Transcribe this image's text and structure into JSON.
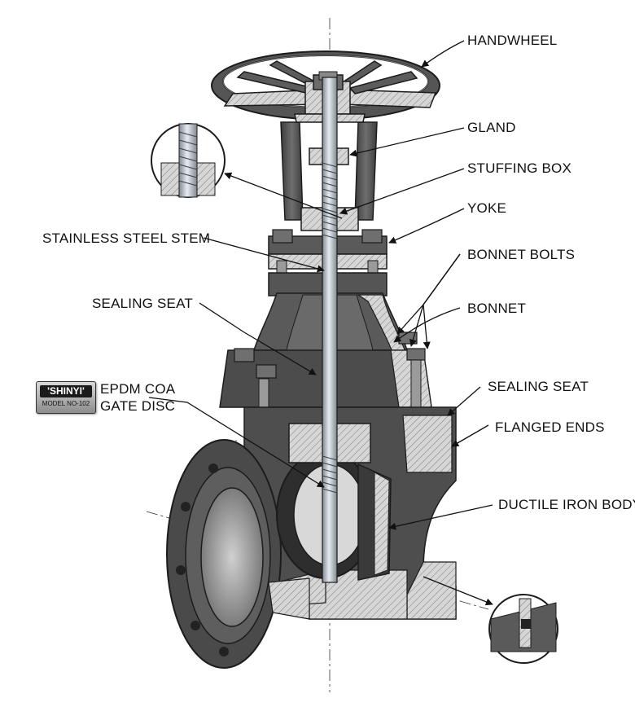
{
  "labels": {
    "handwheel": "HANDWHEEL",
    "gland": "GLAND",
    "stuffing_box": "STUFFING BOX",
    "yoke": "YOKE",
    "stainless_steel_stem": "STAINLESS STEEL STEM",
    "bonnet_bolts": "BONNET BOLTS",
    "sealing_seat_left": "SEALING SEAT",
    "bonnet": "BONNET",
    "epdm_line1": "EPDM COA",
    "epdm_line2": "GATE DISC",
    "sealing_seat_right": "SEALING SEAT",
    "flanged_ends": "FLANGED ENDS",
    "ductile_iron_body": "DUCTILE IRON BODY"
  },
  "badge": {
    "brand": "'SHINYI'",
    "model": "MODEL NO-102"
  },
  "colors": {
    "iron_dark": "#4a4a4a",
    "iron_mid": "#6b6b6b",
    "hatch": "#d6d6d6",
    "steel": "#b9c2cc",
    "outline": "#1c1c1c"
  }
}
